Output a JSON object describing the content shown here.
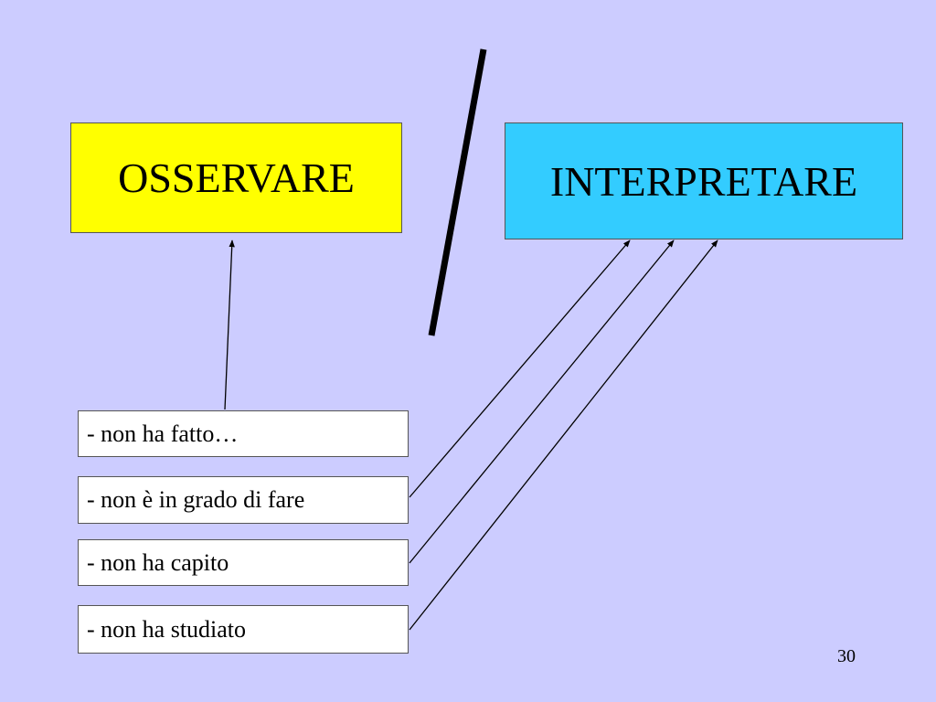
{
  "colors": {
    "background": "#ccccff",
    "observe_box": "#ffff00",
    "interpret_box": "#33ccff",
    "line": "#000000"
  },
  "concepts": {
    "observe": "OSSERVARE",
    "interpret": "INTERPRETARE"
  },
  "causes": [
    "- non ha fatto…",
    "- non è in grado di fare",
    "- non ha capito",
    "- non ha studiato"
  ],
  "page_number": "30"
}
